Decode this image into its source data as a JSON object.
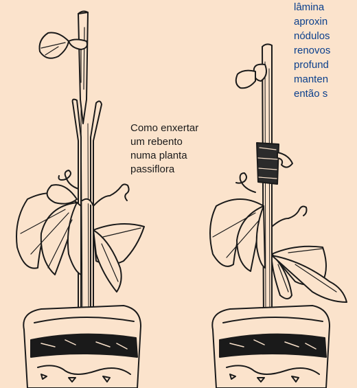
{
  "caption": {
    "lines": [
      "Como enxertar",
      "um rebento",
      "numa planta",
      "passiflora"
    ]
  },
  "side_text": {
    "lines": [
      "lâmina",
      "aproxin",
      "nódulos",
      "renovos",
      "profund",
      "manten",
      "então s"
    ]
  },
  "colors": {
    "background": "#fbe3cc",
    "ink": "#1a1a1a",
    "side_text": "#0a3f8c"
  }
}
